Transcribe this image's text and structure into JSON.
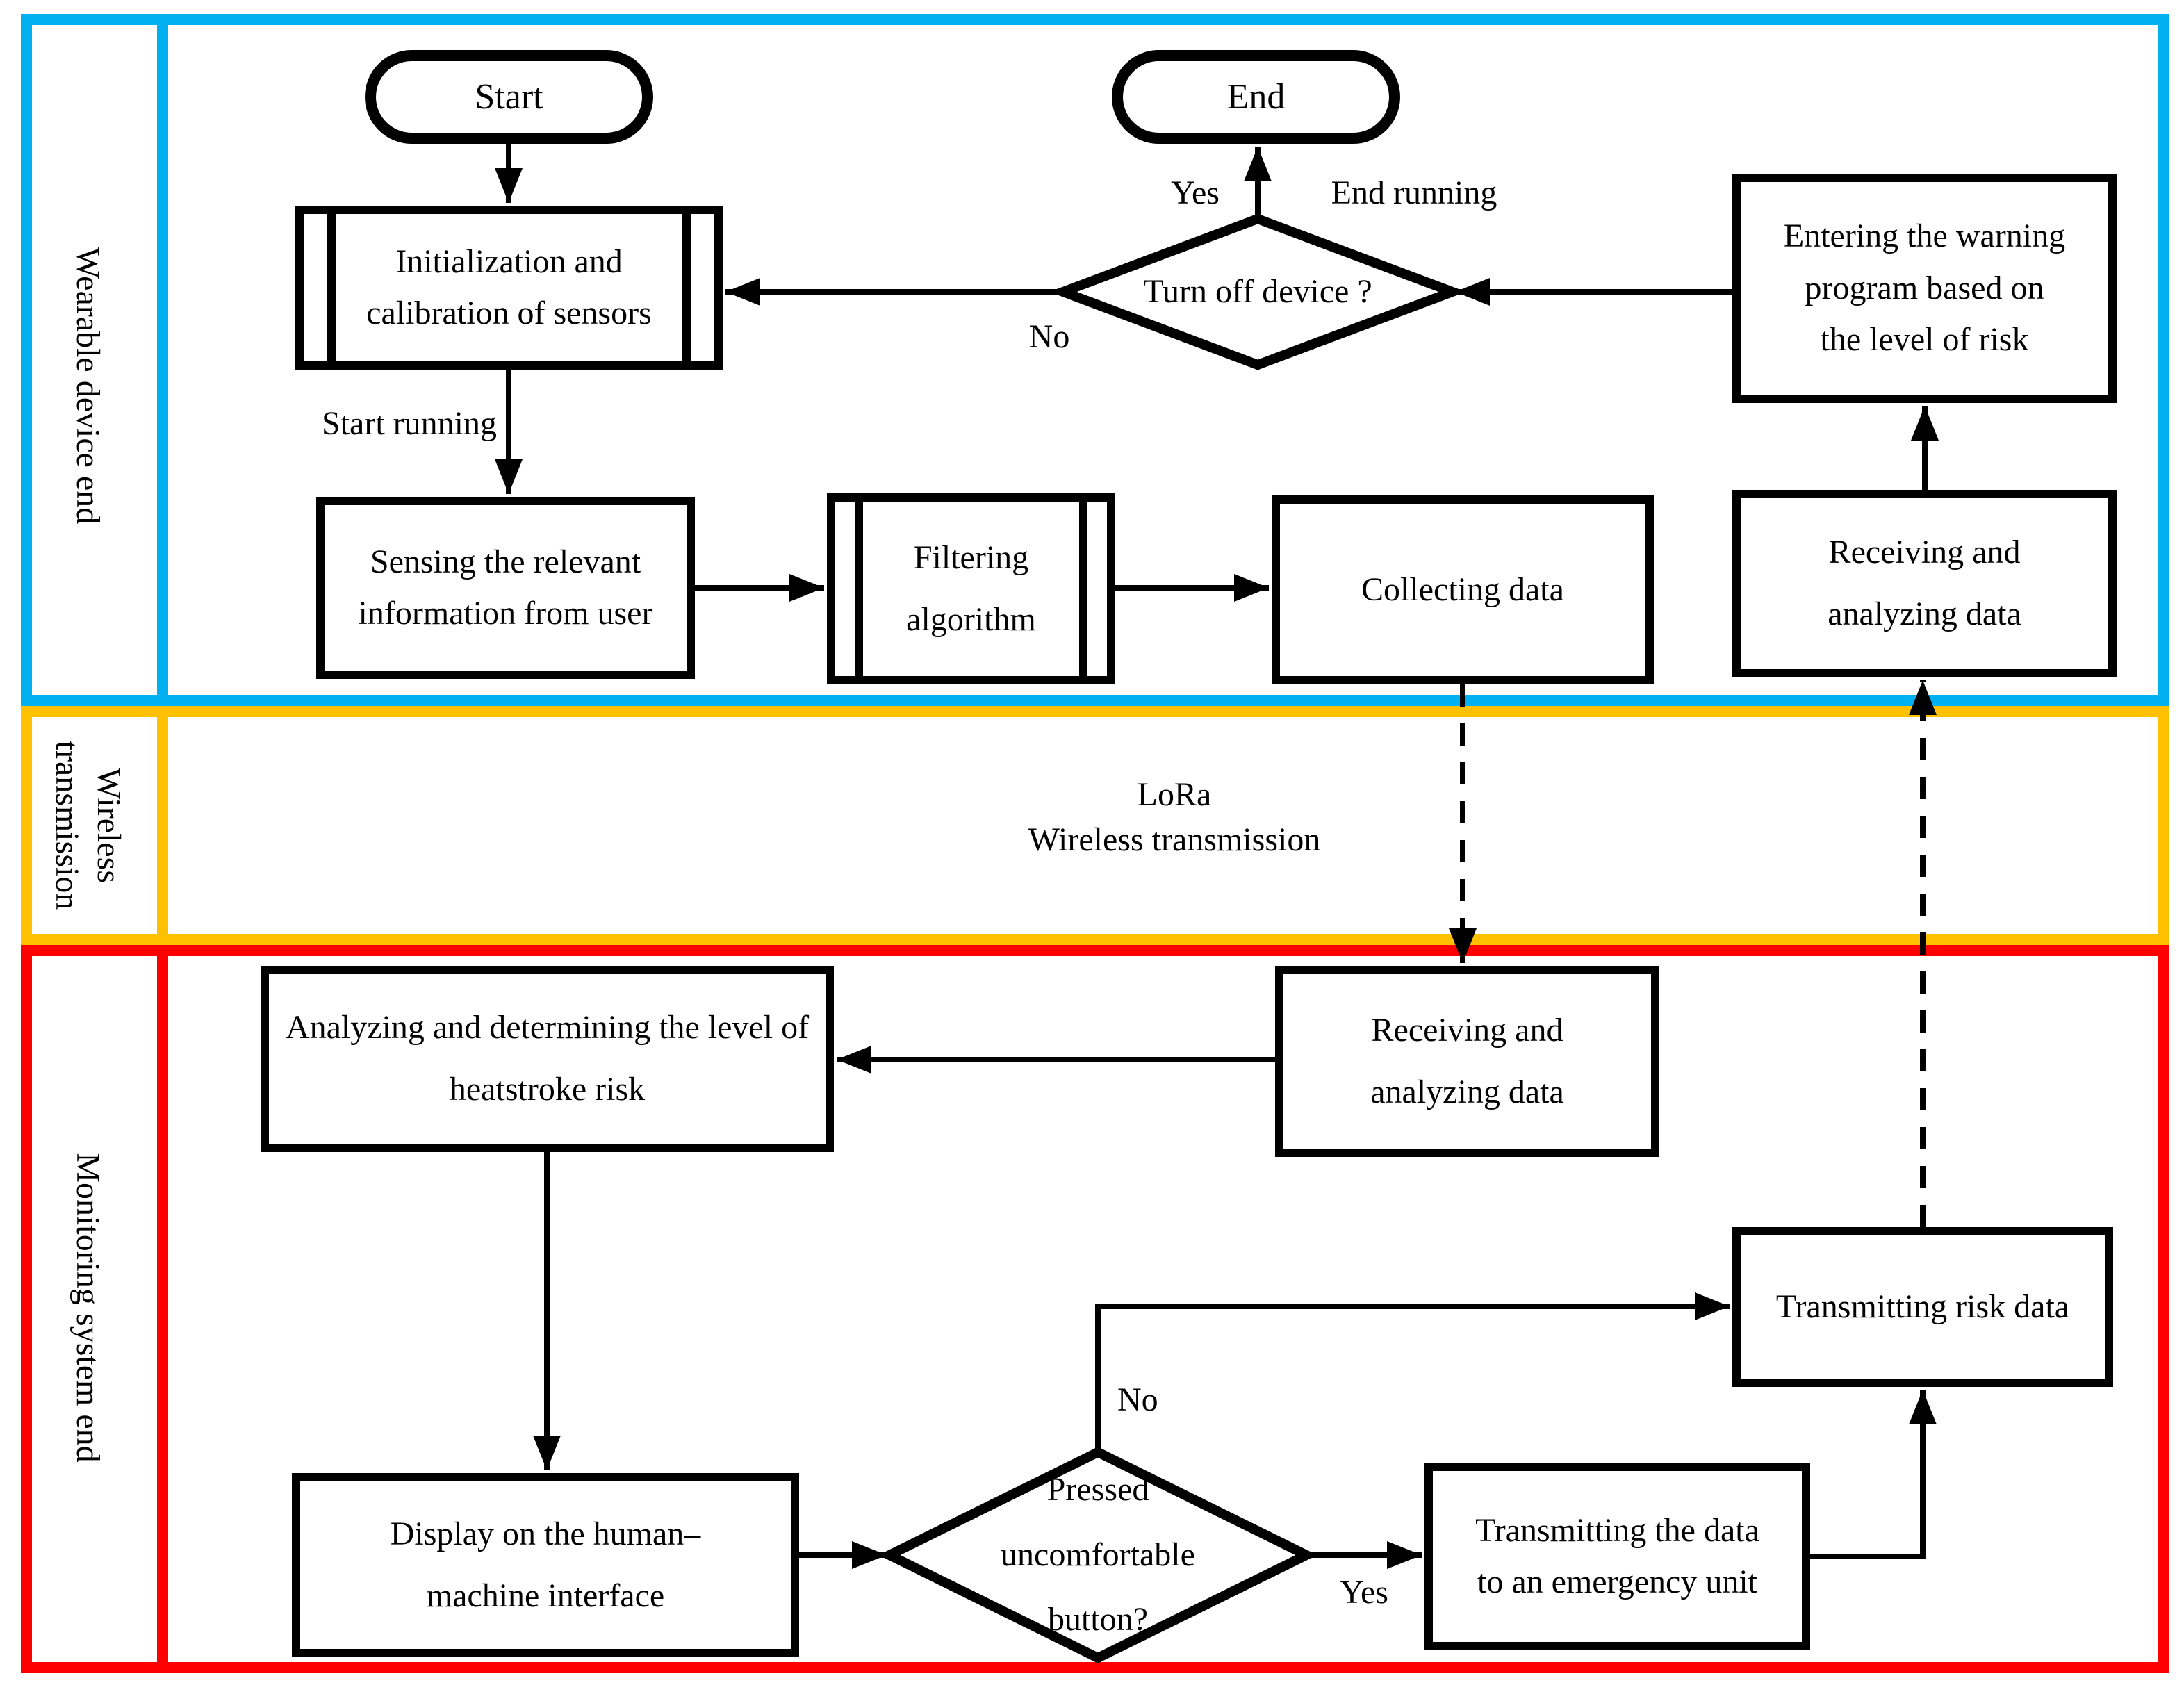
{
  "colors": {
    "lane_wearable": "#00B0F0",
    "lane_wireless": "#FFC000",
    "lane_monitoring": "#FF0000",
    "ink": "#000000"
  },
  "lanes": {
    "wearable": {
      "label": "Wearable device end"
    },
    "wireless": {
      "lines": [
        "Wireless",
        "transmission"
      ]
    },
    "monitoring": {
      "label": "Monitoring system end"
    }
  },
  "nodes": {
    "start": "Start",
    "end": "End",
    "init": "Initialization and calibration of sensors",
    "sensing": "Sensing the relevant information from user",
    "filtering": "Filtering algorithm",
    "collecting": "Collecting data",
    "receiving_wearable": "Receiving and analyzing data",
    "warning": "Entering the warning program based on the level of risk",
    "turnoff_q": "Turn off device ?",
    "analyzing": "Analyzing and determining the level of heatstroke risk",
    "receiving_monitoring": "Receiving and analyzing data",
    "display": "Display on the human–machine interface",
    "pressed_q": "Pressed uncomfortable button?",
    "emergency": "Transmitting the data to an emergency unit",
    "risk_data": "Transmitting risk data"
  },
  "edge_labels": {
    "start_running": "Start running",
    "end_running": "End running",
    "yes_top": "Yes",
    "no_top": "No",
    "yes_bottom": "Yes",
    "no_bottom": "No",
    "lora": {
      "lines": [
        "LoRa",
        "Wireless transmission"
      ]
    }
  }
}
